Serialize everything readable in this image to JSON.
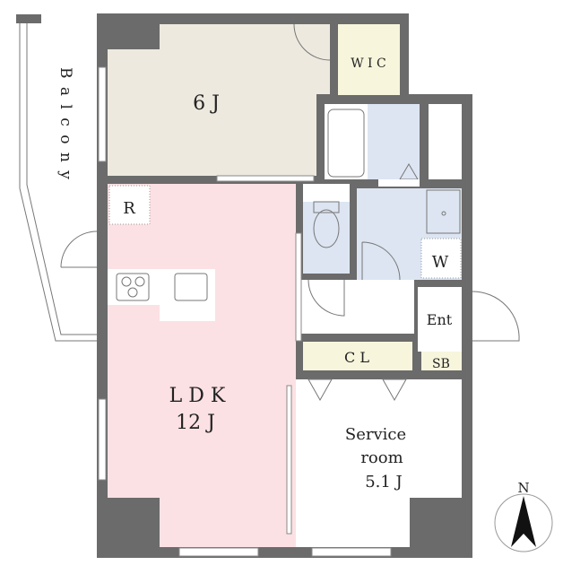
{
  "colors": {
    "wall": "#6b6b6b",
    "bedroom_floor": "#ede9df",
    "ldk_floor": "#fce1e4",
    "storage_floor": "#f7f5dc",
    "wet_area_floor": "#dde5f2",
    "plain_floor": "#ffffff"
  },
  "rooms": {
    "bedroom": "6 J",
    "wic": "W I C",
    "refrigerator": "R",
    "washer": "W",
    "ldk": "L D K",
    "ldk_size": "12 J",
    "entrance": "Ent",
    "closet": "C L",
    "shoe_box": "SB",
    "service_room": "Service",
    "service_room_2": "room",
    "service_room_size": "5.1 J"
  },
  "balcony": "B a l c o n y",
  "compass": {
    "label": "N",
    "icon": "north-arrow-icon"
  }
}
